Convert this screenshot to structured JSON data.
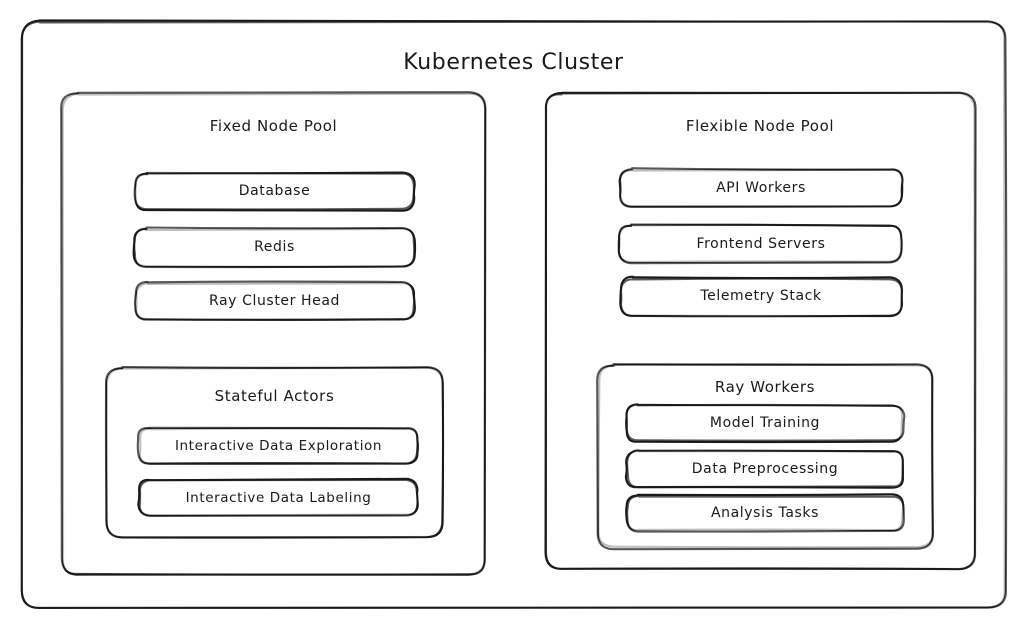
{
  "diagram": {
    "style": "hand-drawn sketch",
    "background_color": "#ffffff",
    "stroke_color": "#1a1a1a",
    "text_color": "#1a1a1a",
    "title": "Kubernetes Cluster",
    "panels": [
      {
        "id": "fixed-node-pool",
        "title": "Fixed Node Pool",
        "nodes": [
          {
            "id": "database",
            "label": "Database"
          },
          {
            "id": "redis",
            "label": "Redis"
          },
          {
            "id": "ray-cluster-head",
            "label": "Ray Cluster Head"
          }
        ],
        "group": {
          "id": "stateful-actors",
          "title": "Stateful Actors",
          "nodes": [
            {
              "id": "interactive-data-exploration",
              "label": "Interactive Data Exploration"
            },
            {
              "id": "interactive-data-labeling",
              "label": "Interactive Data Labeling"
            }
          ]
        }
      },
      {
        "id": "flexible-node-pool",
        "title": "Flexible Node Pool",
        "nodes": [
          {
            "id": "api-workers",
            "label": "API Workers"
          },
          {
            "id": "frontend-servers",
            "label": "Frontend Servers"
          },
          {
            "id": "telemetry-stack",
            "label": "Telemetry Stack"
          }
        ],
        "group": {
          "id": "ray-workers",
          "title": "Ray Workers",
          "nodes": [
            {
              "id": "model-training",
              "label": "Model Training"
            },
            {
              "id": "data-preprocessing",
              "label": "Data Preprocessing"
            },
            {
              "id": "analysis-tasks",
              "label": "Analysis Tasks"
            }
          ]
        }
      }
    ]
  }
}
